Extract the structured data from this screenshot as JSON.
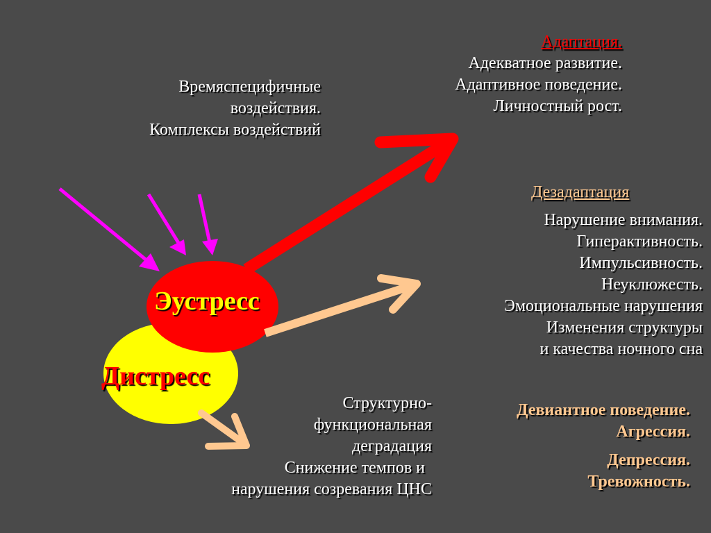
{
  "colors": {
    "background": "#4a4a4a",
    "eustress_fill": "#ff0000",
    "distress_fill": "#ffff00",
    "magenta_arrow": "#ff00ff",
    "red_arrow": "#ff0000",
    "peach_arrow": "#ffc890",
    "heading_red": "#ff0000",
    "heading_peach": "#ffc890"
  },
  "influences": {
    "lines": [
      "Времяспецифичные",
      "воздействия.",
      "Комплексы воздействий"
    ]
  },
  "adaptation": {
    "heading": "Адаптация.",
    "lines": [
      "Адекватное развитие.",
      "Адаптивное поведение.",
      "Личностный рост."
    ]
  },
  "disadaptation": {
    "heading": "Дезадаптация",
    "lines": [
      "Нарушение внимания.",
      "Гиперактивность.",
      "Импульсивность.",
      "Неуклюжесть.",
      "Эмоциональные нарушения",
      "Изменения структуры",
      "и качества ночного сна"
    ]
  },
  "degradation": {
    "lines": [
      "Структурно-",
      "функциональная",
      "деградация",
      "Снижение темпов и",
      "нарушения  созревания ЦНС"
    ]
  },
  "deviant": {
    "lines": [
      "Девиантное поведение.",
      "Агрессия."
    ]
  },
  "depression": {
    "lines": [
      "Депрессия.",
      "Тревожность."
    ]
  },
  "nodes": {
    "eustress": "Эустресс",
    "distress": "Дистресс"
  },
  "icons": {
    "input_arrows": "magenta-arrow-icon",
    "adaptation_arrow": "red-arrow-icon",
    "disadaptation_arrow": "peach-arrow-icon",
    "degradation_arrow": "peach-arrow-icon"
  }
}
